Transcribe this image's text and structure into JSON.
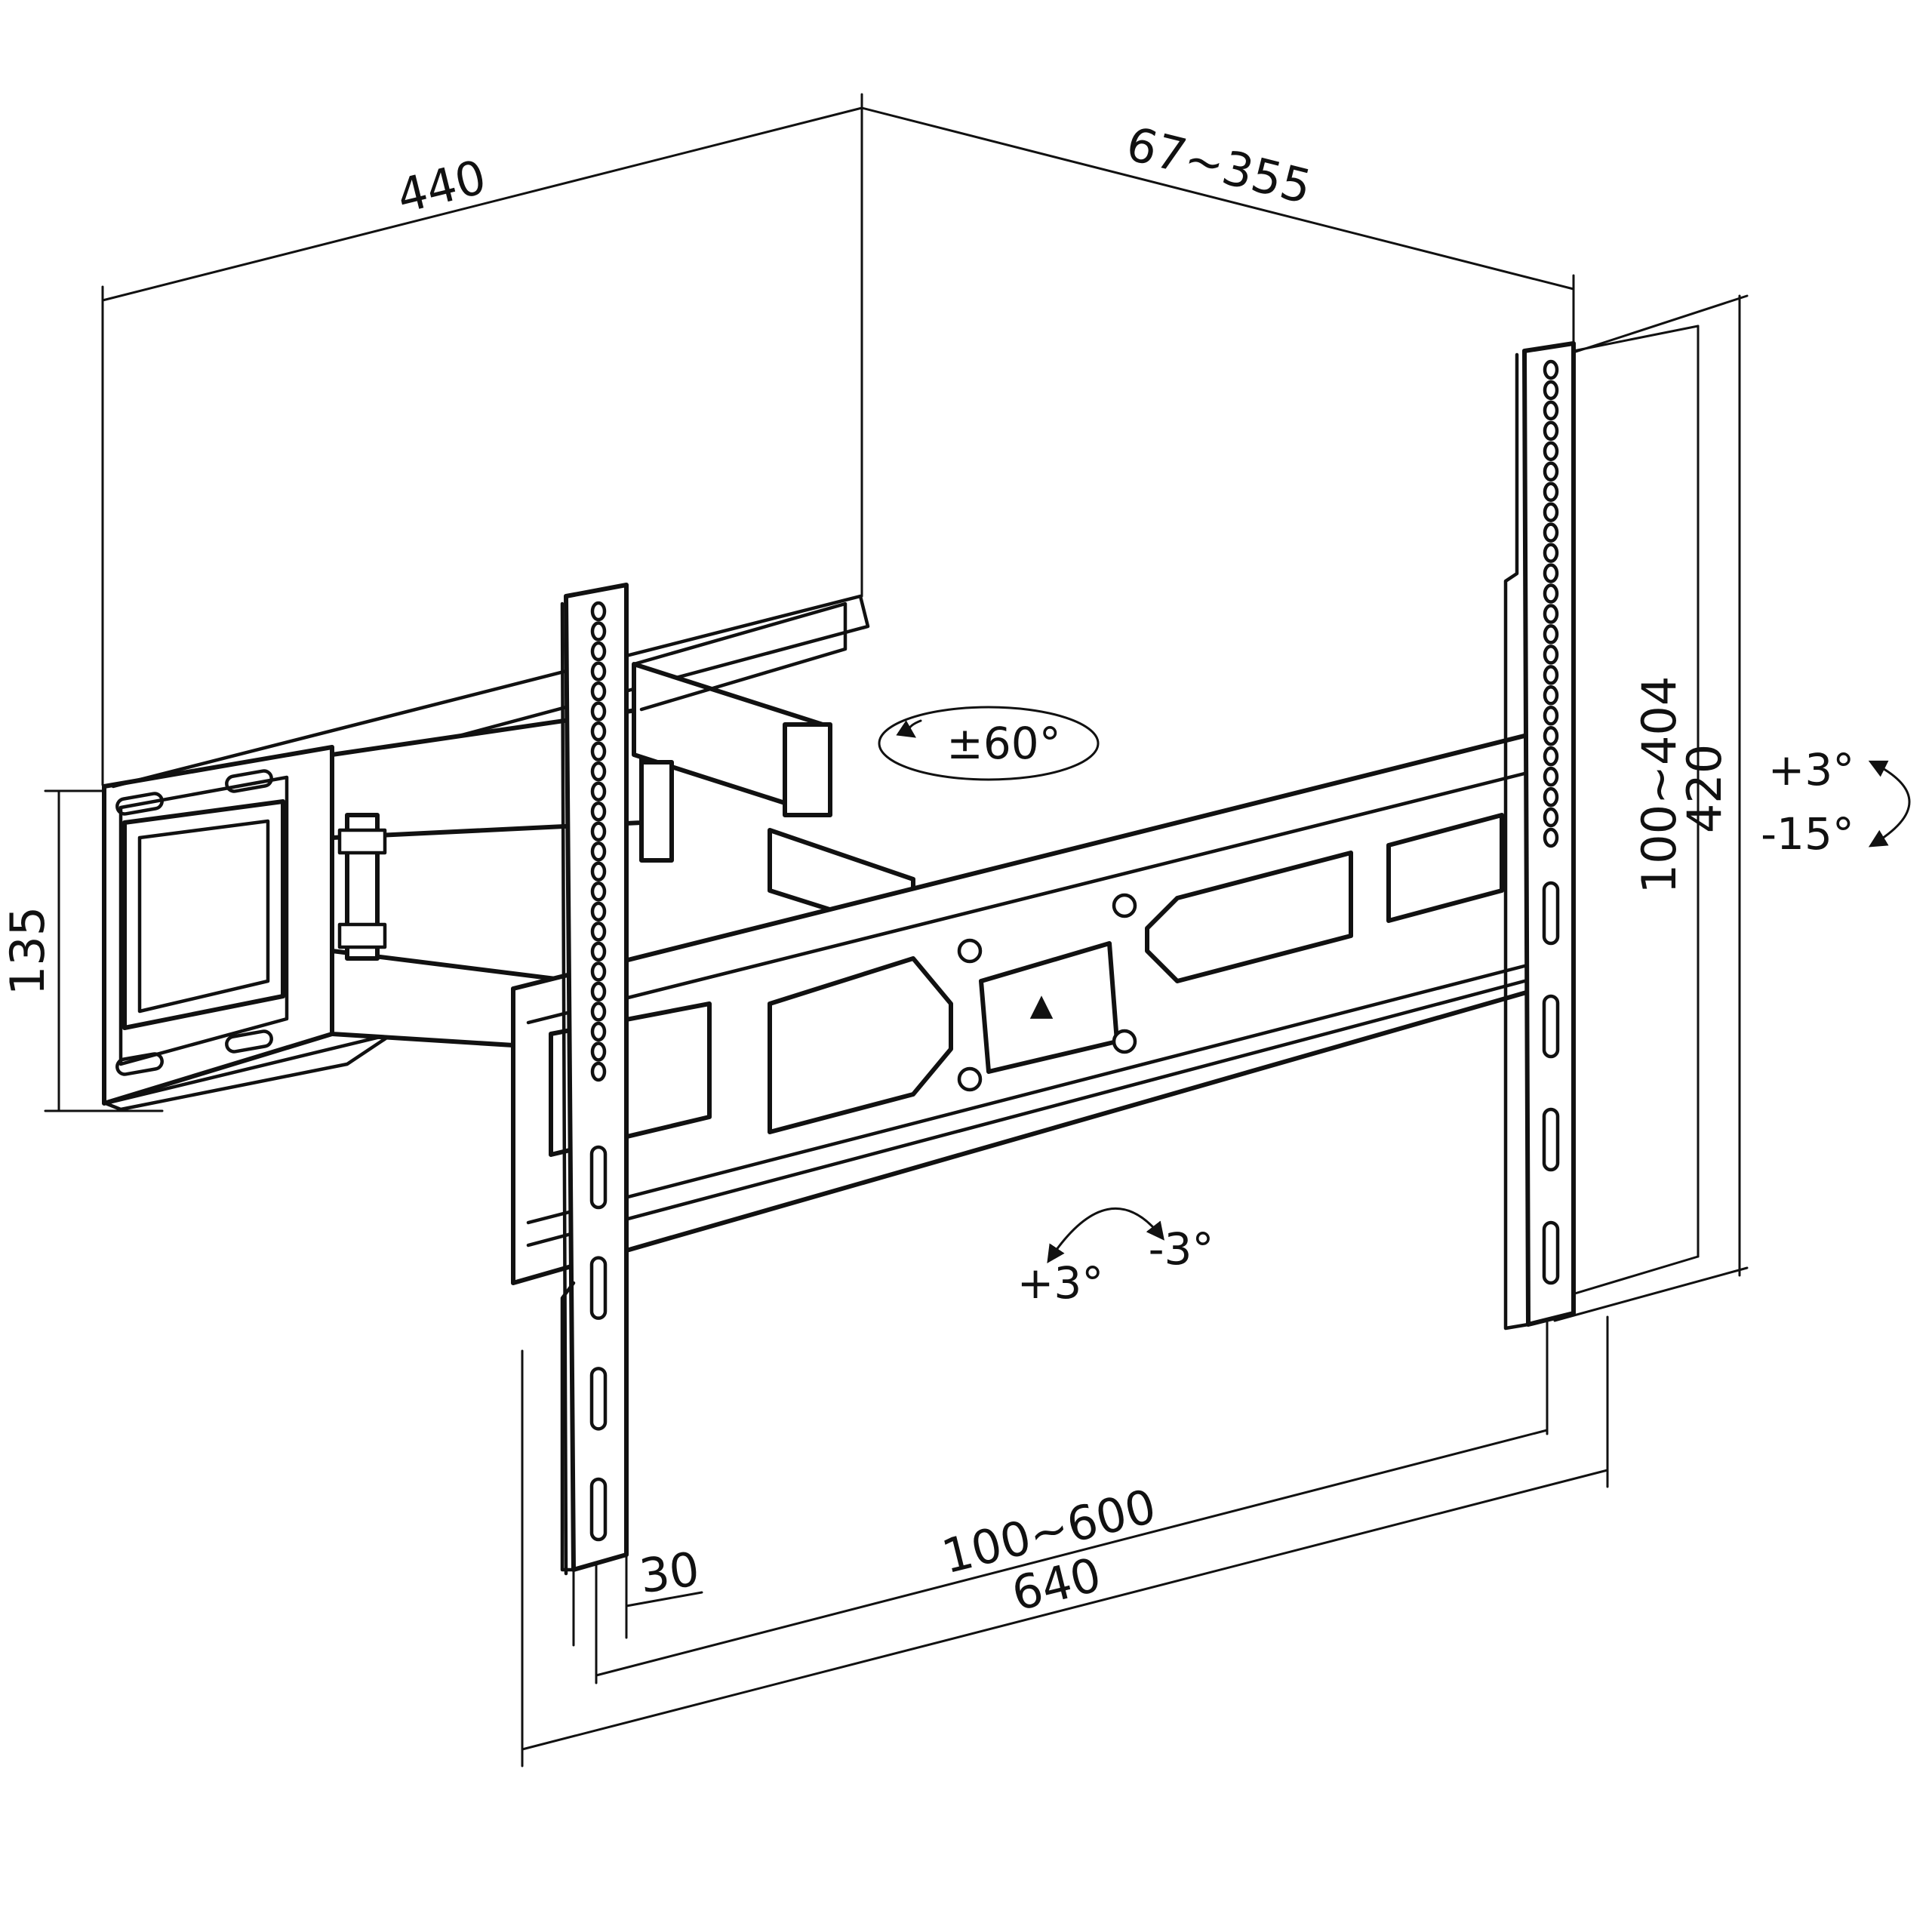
{
  "product": "TV wall mount (full-motion, double arm)",
  "colors": {
    "line": "#111111",
    "background": "#ffffff"
  },
  "dimensions": {
    "wall_depth": "440",
    "arm_extension": "67~355",
    "wall_plate_height": "135",
    "vesa_vertical": "100~404",
    "bracket_height": "420",
    "rail_width": "30",
    "vesa_horizontal": "100~600",
    "overall_width": "640"
  },
  "rotations": {
    "swivel": "±60°",
    "tilt_up": "+3°",
    "tilt_down": "-15°",
    "roll_plus": "+3°",
    "roll_minus": "-3°"
  }
}
